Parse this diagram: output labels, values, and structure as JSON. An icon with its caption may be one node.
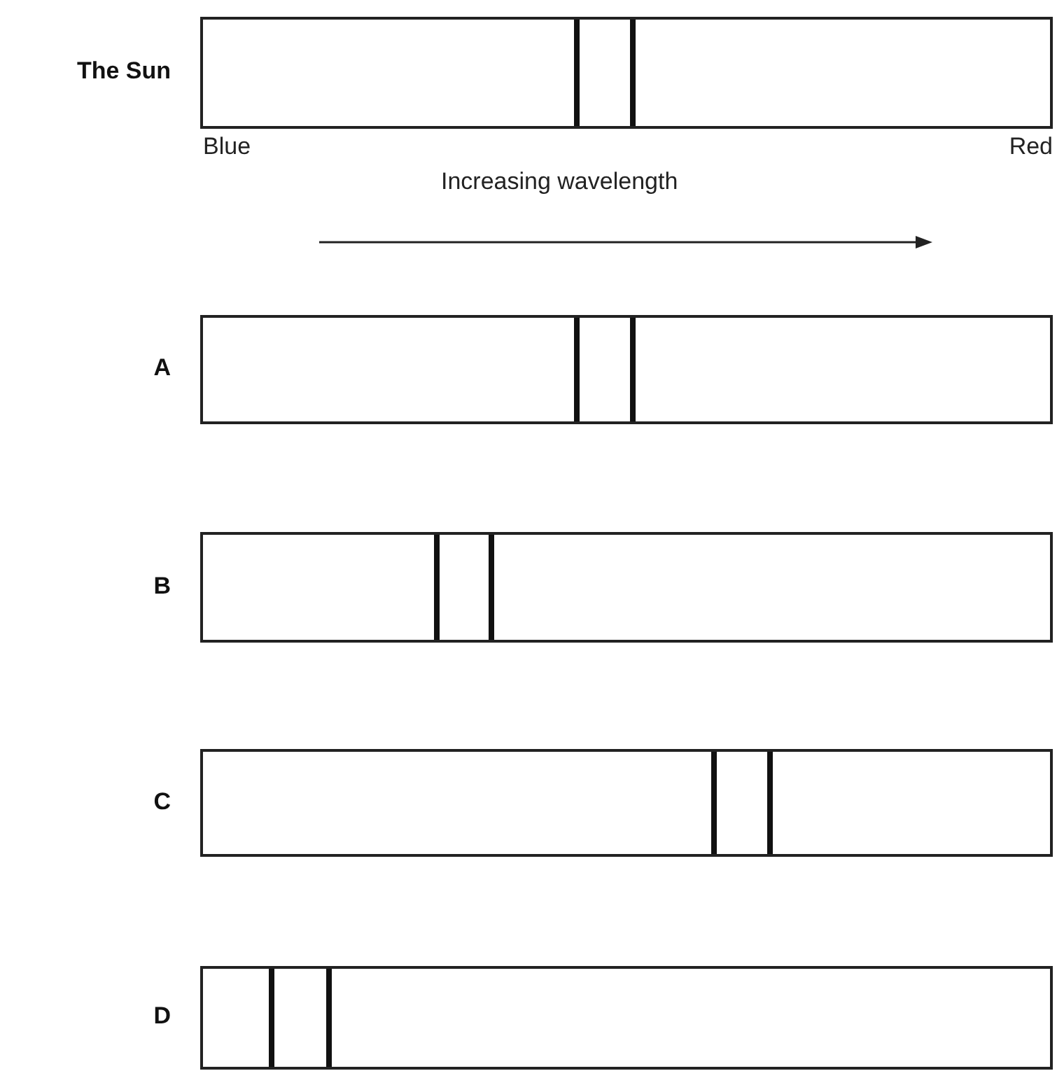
{
  "diagram": {
    "nodes": [
      {
        "text": [],
        "shape": "box",
        "beside": [
          "The Sun"
        ]
      },
      {
        "text": [],
        "shape": "box",
        "beside": [
          "A"
        ]
      },
      {
        "text": [],
        "shape": "box",
        "beside": [
          "B"
        ]
      },
      {
        "text": [],
        "shape": "box",
        "beside": [
          "C"
        ]
      },
      {
        "text": [],
        "shape": "box",
        "beside": [
          "D"
        ]
      }
    ],
    "edges": [],
    "labels": [
      "Blue",
      "Red",
      "Increasing wavelength"
    ]
  }
}
